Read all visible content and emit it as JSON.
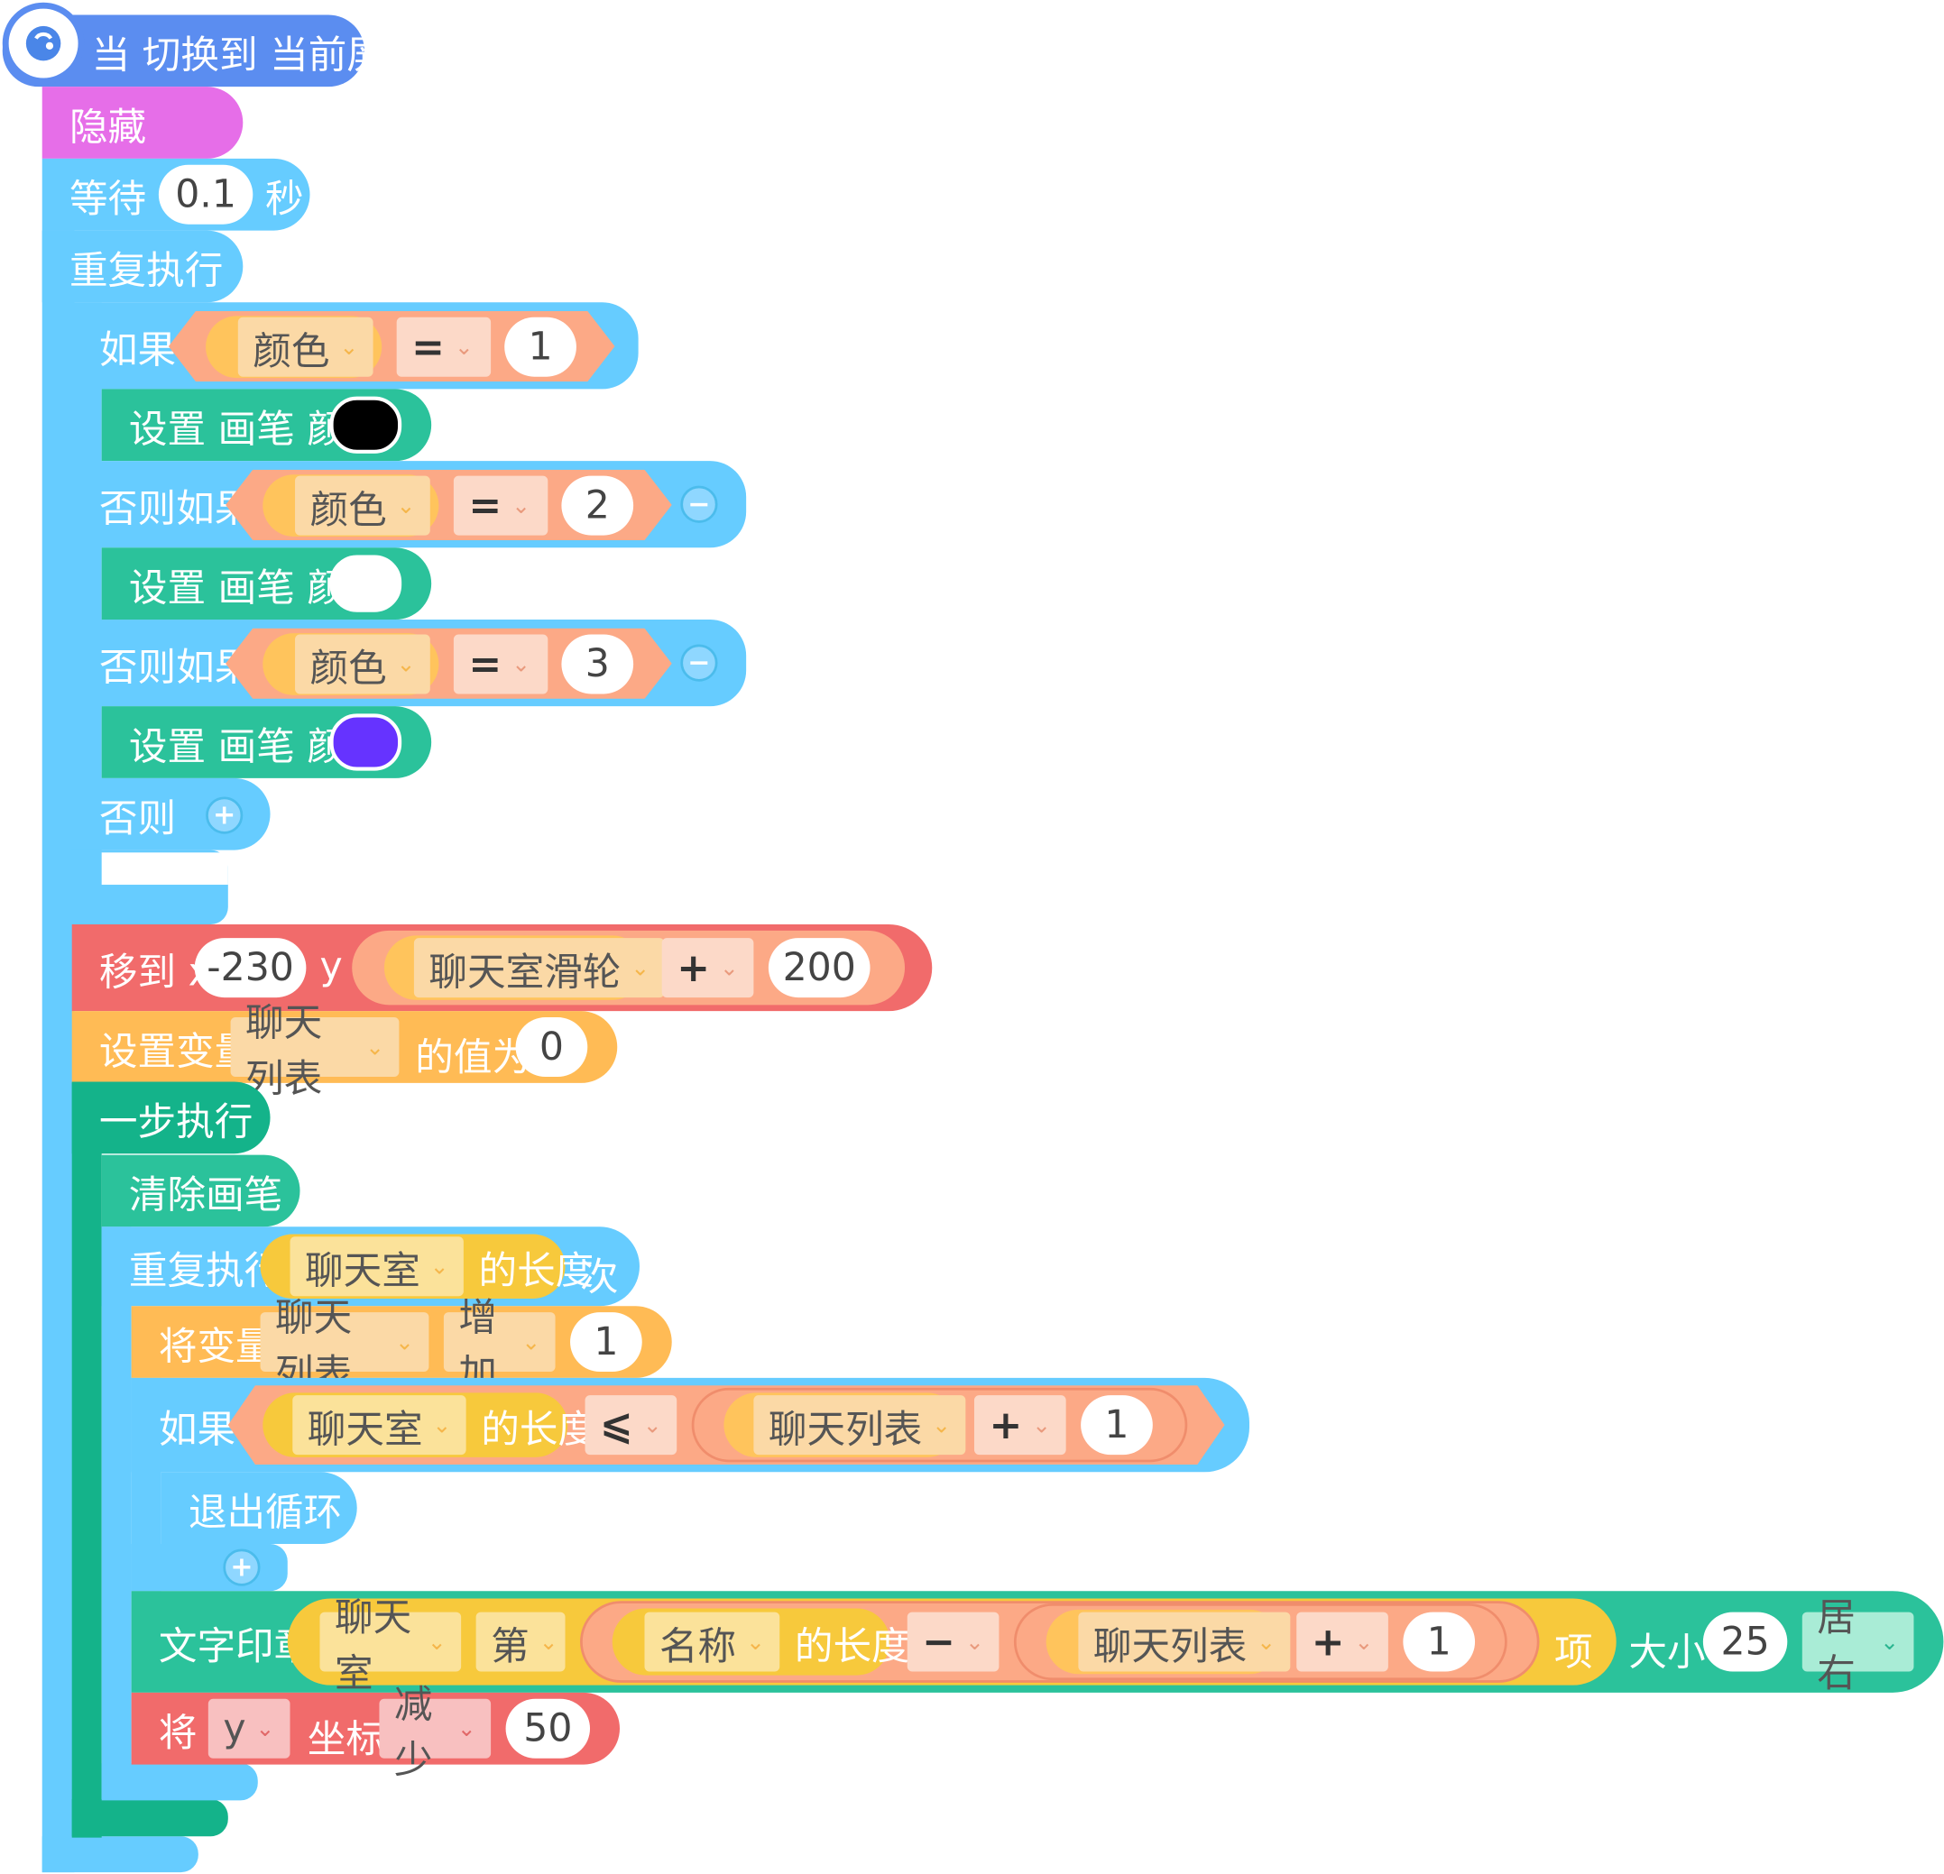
{
  "hat": {
    "label": "当 切换到 当前屏幕",
    "icon": "broadcast-screen-icon"
  },
  "hide": {
    "label": "隐藏"
  },
  "wait": {
    "label": "等待",
    "value": "0.1",
    "unit": "秒"
  },
  "forever": {
    "label": "重复执行"
  },
  "if1": {
    "label": "如果",
    "var": "颜色",
    "op": "=",
    "value": "1"
  },
  "pen1": {
    "label": "设置 画笔 颜色",
    "color": "#000000"
  },
  "elif2": {
    "label": "否则如果",
    "var": "颜色",
    "op": "=",
    "value": "2",
    "remove": "−"
  },
  "pen2": {
    "label": "设置 画笔 颜色",
    "color": "#ffffff"
  },
  "elif3": {
    "label": "否则如果",
    "var": "颜色",
    "op": "=",
    "value": "3",
    "remove": "−"
  },
  "pen3": {
    "label": "设置 画笔 颜色",
    "color": "#6633ff"
  },
  "else": {
    "label": "否则",
    "add": "+"
  },
  "goto": {
    "label_x": "移到 x",
    "x": "-230",
    "label_y": "y",
    "var": "聊天室滑轮",
    "op": "+",
    "value": "200"
  },
  "setvar": {
    "label": "设置变量",
    "var": "聊天列表",
    "label2": "的值为",
    "value": "0"
  },
  "step": {
    "label": "一步执行"
  },
  "clear": {
    "label": "清除画笔"
  },
  "repeat": {
    "label": "重复执行",
    "list": "聊天室",
    "label2": "的长度",
    "label3": "次"
  },
  "change": {
    "label": "将变量",
    "var": "聊天列表",
    "mode": "增加",
    "value": "1"
  },
  "if2": {
    "label": "如果",
    "list": "聊天室",
    "len": "的长度",
    "op": "⩽",
    "var": "聊天列表",
    "op2": "+",
    "value": "1"
  },
  "break": {
    "label": "退出循环",
    "add": "+"
  },
  "stamp": {
    "label": "文字印章",
    "list": "聊天室",
    "item": "第",
    "name": "名称",
    "len": "的长度",
    "op": "−",
    "var": "聊天列表",
    "op2": "+",
    "value": "1",
    "label_item": "项",
    "label_size": "大小",
    "size": "25",
    "align": "居右"
  },
  "movey": {
    "label": "将",
    "axis": "y",
    "label2": "坐标",
    "mode": "减少",
    "value": "50"
  }
}
